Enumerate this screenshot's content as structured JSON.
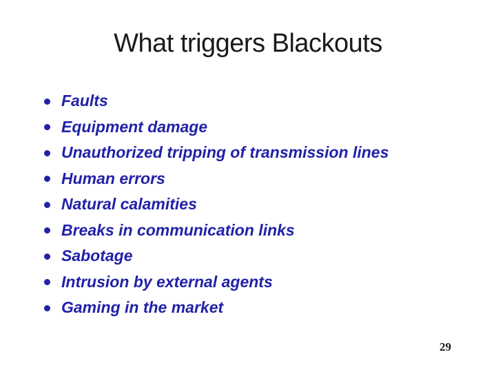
{
  "slide": {
    "title": "What triggers Blackouts",
    "bullets": [
      "Faults",
      "Equipment damage",
      "Unauthorized tripping of transmission lines",
      "Human errors",
      "Natural calamities",
      "Breaks in communication links",
      "Sabotage",
      "Intrusion by external agents",
      "Gaming in the market"
    ],
    "page_number": "29",
    "colors": {
      "background": "#ffffff",
      "title": "#1a1a1a",
      "bullet_text": "#2121a8",
      "page_number": "#1c1c1c"
    }
  }
}
